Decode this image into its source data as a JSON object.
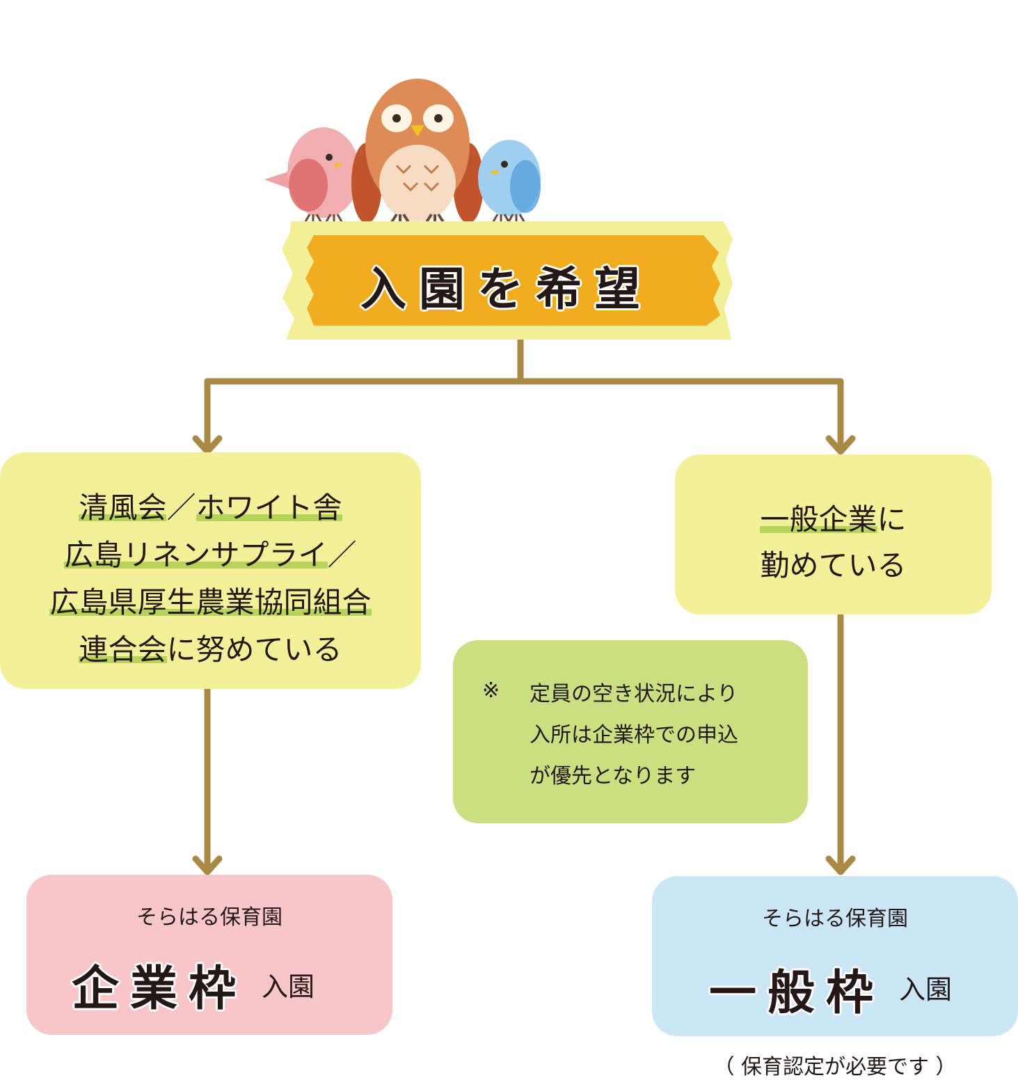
{
  "title": "入園を希望",
  "left_condition": {
    "lines": [
      [
        {
          "text": "清風会",
          "ul": true
        },
        {
          "text": "／",
          "ul": false
        },
        {
          "text": "ホワイト舎",
          "ul": true
        }
      ],
      [
        {
          "text": "広島リネンサプライ",
          "ul": true
        },
        {
          "text": "／",
          "ul": false
        }
      ],
      [
        {
          "text": "広島県厚生農業協同組合",
          "ul": true
        }
      ],
      [
        {
          "text": "連合会",
          "ul": true
        },
        {
          "text": "に努めている",
          "ul": false
        }
      ]
    ]
  },
  "right_condition": {
    "lines": [
      [
        {
          "text": "一般企業",
          "ul": true
        },
        {
          "text": "に",
          "ul": false
        }
      ],
      [
        {
          "text": "勤めている",
          "ul": false
        }
      ]
    ]
  },
  "note": {
    "mark": "※",
    "lines": [
      "定員の空き状況により",
      "入所は企業枠での申込",
      "が優先となります"
    ]
  },
  "left_result": {
    "sub": "そらはる保育園",
    "main": "企業枠",
    "suffix": "入園"
  },
  "right_result": {
    "sub": "そらはる保育園",
    "main": "一般枠",
    "suffix": "入園",
    "footnote": "（ 保育認定が必要です ）"
  },
  "colors": {
    "arrow": "#a88a45",
    "title_band": "#f2ac1f",
    "title_tape": "#f2ef97",
    "condition_box": "#f2f199",
    "note_box": "#cade82",
    "left_result_box": "#f6c6c8",
    "right_result_box": "#cbe6f7",
    "underline": "#b6d35a"
  }
}
